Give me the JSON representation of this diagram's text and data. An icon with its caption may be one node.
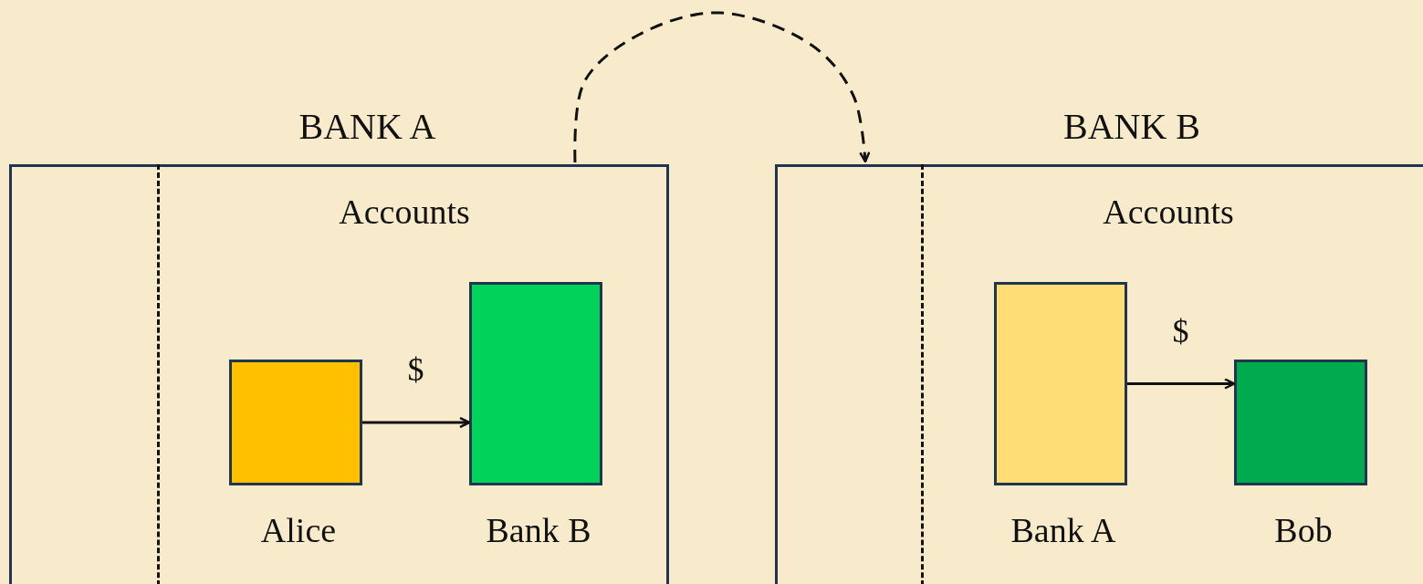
{
  "diagram": {
    "nodes": [
      {
        "text": [
          "BANK A"
        ]
      },
      {
        "text": [
          "Accounts"
        ],
        "in": 0
      },
      {
        "text": [
          "Alice"
        ],
        "in": 1
      },
      {
        "text": [
          "Bank B"
        ],
        "in": 1
      },
      {
        "text": [
          "BANK B"
        ]
      },
      {
        "text": [
          "Accounts"
        ],
        "in": 4
      },
      {
        "text": [
          "Bank A"
        ],
        "in": 5
      },
      {
        "text": [
          "Bob"
        ],
        "in": 5
      }
    ],
    "edges": [
      {
        "from": 2,
        "to": 3,
        "arrow": "to",
        "label": "$"
      },
      {
        "from": 6,
        "to": 7,
        "arrow": "to",
        "label": "$"
      },
      {
        "from": 0,
        "to": 4,
        "arrow": "to",
        "style": "dashed"
      }
    ]
  }
}
